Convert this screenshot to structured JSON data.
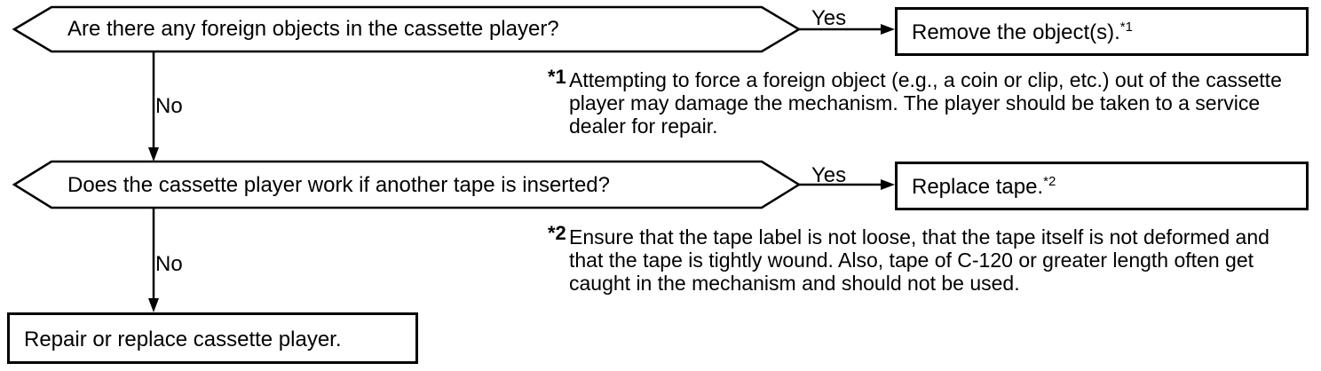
{
  "q1": {
    "text": "Are there any foreign objects in the cassette player?"
  },
  "q2": {
    "text": "Does the cassette player work if another tape is inserted?"
  },
  "a1": {
    "text": "Remove the object(s).",
    "ref": "*1"
  },
  "a2": {
    "text": "Replace tape.",
    "ref": "*2"
  },
  "end": {
    "text": "Repair or replace cassette player."
  },
  "labels": {
    "yes": "Yes",
    "no": "No"
  },
  "notes": [
    {
      "mark": "*1",
      "text": "Attempting to force a foreign object (e.g., a coin or clip, etc.) out of the cassette player may damage the mechanism. The player should be taken to a service dealer for repair."
    },
    {
      "mark": "*2",
      "text": "Ensure that the tape label is not loose, that the tape itself is not deformed and that the tape is tightly wound. Also, tape of C-120 or greater length often get caught in the mechanism and should not be used."
    }
  ]
}
